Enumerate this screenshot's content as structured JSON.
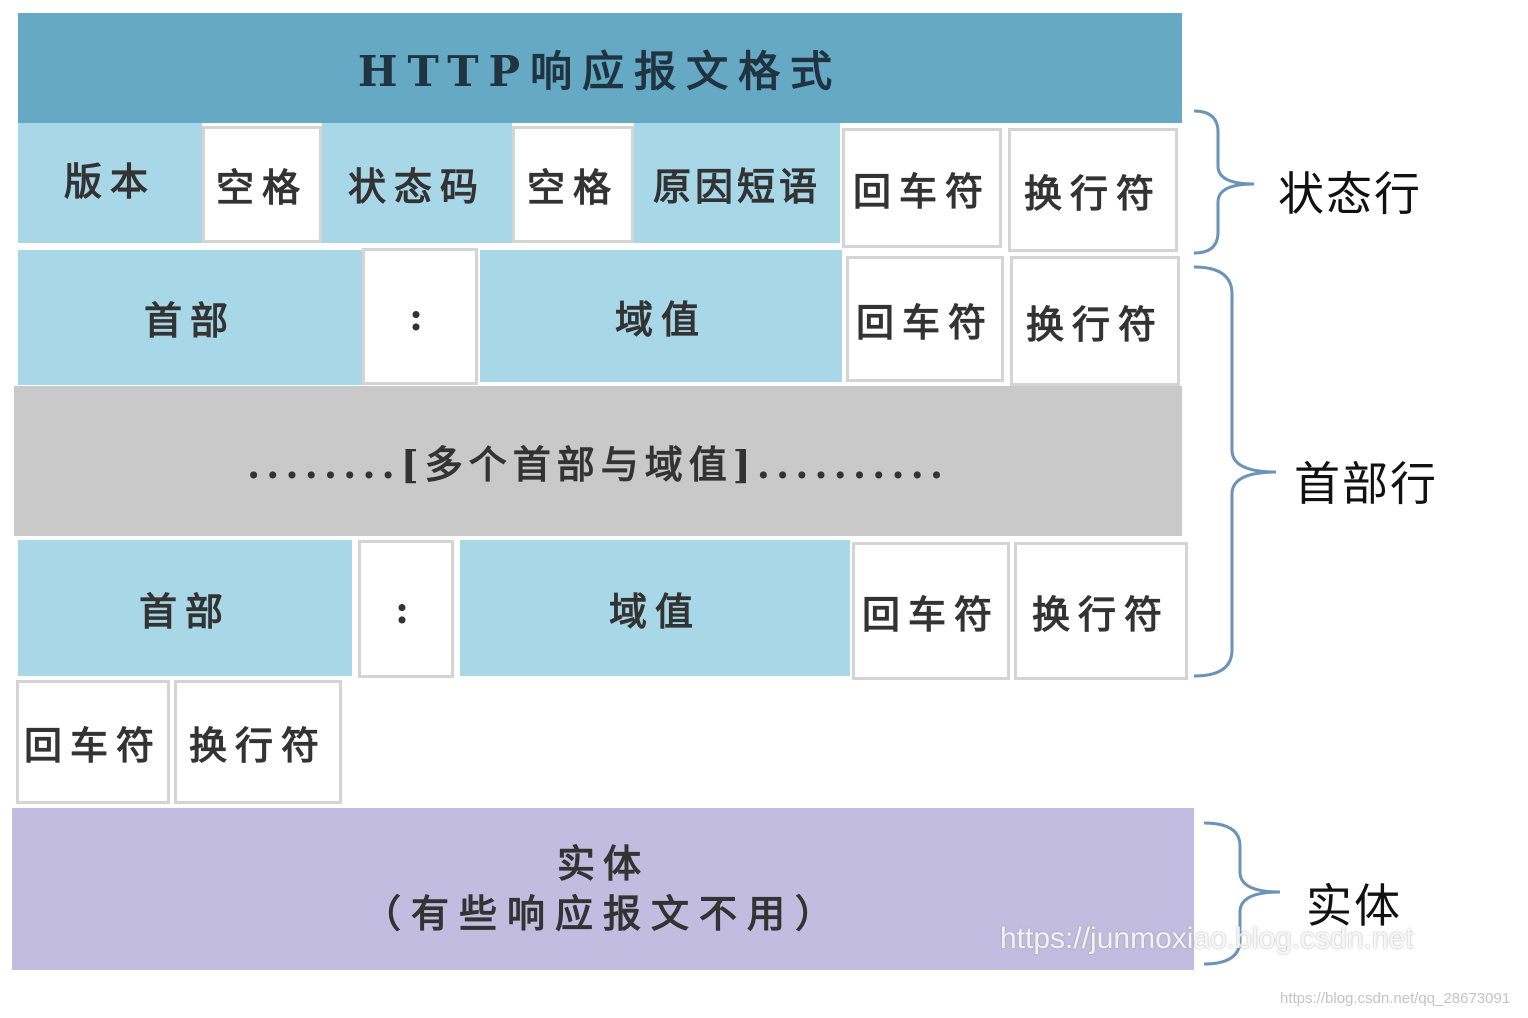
{
  "title": "HTTP响应报文格式",
  "status_line": {
    "version": "版本",
    "space_1": "空格",
    "status_code": "状态码",
    "space_2": "空格",
    "reason_phrase": "原因短语",
    "cr": "回车符",
    "lf": "换行符"
  },
  "header_line_1": {
    "header": "首部",
    "colon": ":",
    "value": "域值",
    "cr": "回车符",
    "lf": "换行符"
  },
  "multi_headers": "........[多个首部与域值]..........",
  "header_line_2": {
    "header": "首部",
    "colon": ":",
    "value": "域值",
    "cr": "回车符",
    "lf": "换行符"
  },
  "blank_line": {
    "cr": "回车符",
    "lf": "换行符"
  },
  "entity": {
    "title": "实体",
    "note": "（有些响应报文不用）"
  },
  "labels": {
    "status_line": "状态行",
    "header_lines": "首部行",
    "entity": "实体"
  },
  "watermark": "https://junmoxiao.blog.csdn.net",
  "source_url": "https://blog.csdn.net/qq_28673091",
  "colors": {
    "title_bg": "#65a9c5",
    "field_bg": "#a8d8e8",
    "multi_bg": "#c9c9c9",
    "entity_bg": "#c2bde0",
    "brace": "#6b93b8"
  }
}
